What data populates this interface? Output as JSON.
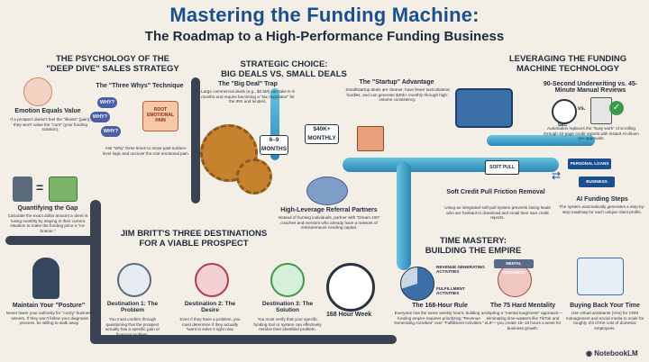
{
  "header": {
    "title": "Mastering the Funding Machine:",
    "subtitle": "The Roadmap to a High-Performance Funding Business"
  },
  "psychology": {
    "title_line1": "THE PSYCHOLOGY OF THE",
    "title_line2": "\"DEEP DIVE\" SALES STRATEGY",
    "emotion_heading": "Emotion Equals Value",
    "emotion_text": "If a prospect doesn't feel the \"illness\" (pain), they won't value the \"cure\" (your funding solution).",
    "whys_heading": "The \"Three Whys\" Technique",
    "why_label": "WHY?",
    "root_label": "ROOT EMOTIONAL PAIN",
    "whys_text": "Ask \"Why\" three times to move past surface-level logic and uncover the root emotional pain.",
    "gap_heading": "Quantifying the Gap",
    "gap_text": "Calculate the exact dollar amount a client is losing monthly by staying in their current situation to make the funding price a \"no-brainer.\""
  },
  "strategic": {
    "title_line1": "STRATEGIC CHOICE:",
    "title_line2": "BIG DEALS VS. SMALL DEALS",
    "big_heading": "The \"Big Deal\" Trap",
    "big_text": "Large commercial deals (e.g., $2.5M) can take 6–9 months and require becoming a \"tax negotiator\" for the IRS and lenders.",
    "startup_heading": "The \"Startup\" Advantage",
    "startup_text": "Small/startup deals are cleaner, have fewer tax/collateral hurdles, and can generate $40k+ monthly through high-volume consistency.",
    "months_badge": "6–9 MONTHS",
    "monthly_badge": "$40K+ MONTHLY",
    "referral_heading": "High-Leverage Referral Partners",
    "referral_text": "Instead of hunting individuals, partner with \"Dream 100\" coaches and mentors who already have a network of entrepreneurs needing capital."
  },
  "technology": {
    "title_line1": "LEVERAGING THE FUNDING",
    "title_line2": "MACHINE TECHNOLOGY",
    "underwriting_heading": "90-Second Underwriting vs. 45-Minute Manual Reviews",
    "sec_label": "SEC",
    "underwriting_text": "Automation replaces the \"busy work\" of scrolling through 42-page credit reports with instant AI-driven pre-approvals.",
    "soft_pull_label": "SOFT PULL",
    "soft_heading": "Soft Credit Pull Friction Removal",
    "soft_text": "Using an integrated soft-pull system prevents losing leads who are hesitant to download and email their own credit reports.",
    "personal_loans": "PERSONAL LOANS",
    "business": "BUSINESS",
    "ai_heading": "AI Funding Steps",
    "ai_text": "The system automatically generates a step-by-step roadmap for each unique client profile."
  },
  "destinations": {
    "title_line1": "JIM BRITT'S THREE DESTINATIONS",
    "title_line2": "FOR A VIABLE PROSPECT",
    "posture_heading": "Maintain Your \"Posture\"",
    "posture_text": "Never lower your authority for \"cocky\" business owners. If they won't follow your diagnosis process, be willing to walk away.",
    "d1_heading": "Destination 1: The Problem",
    "d1_text": "You must confirm through questioning that the prospect actually has a specific pain or financial problem.",
    "d2_heading": "Destination 2: The Desire",
    "d2_text": "Even if they have a problem, you must determine if they actually *want to solve it right now.",
    "d3_heading": "Destination 3: The Solution",
    "d3_text": "You must verify that your specific funding tool or system can effectively resolve their identified problem."
  },
  "time": {
    "title_line1": "TIME MASTERY:",
    "title_line2": "BUILDING THE EMPIRE",
    "hour_week": "168 Hour Week",
    "revenue_label": "REVENUE GENERATING ACTIVITIES",
    "fulfillment_label": "FULFILLMENT ACTIVITIES",
    "rule_heading": "The 168-Hour Rule",
    "rule_text": "Everyone has the same weekly hours; building a funding empire requires prioritizing \"Revenue Generating Activities\" over \"Fulfillment Activities.\"",
    "mental_badge": "MENTAL TOUGHNESS",
    "hard_heading": "The 75 Hard Mentality",
    "hard_text": "Adopting a \"mental toughness\" approach—eliminating time-wasters like TikTok and eLIF—you create 15–18 hours a week for business growth.",
    "buy_heading": "Buying Back Your Time",
    "buy_text": "Use virtual assistants (VAs) for CRM management and social media to scale for roughly 2/3 of the cost of domestic employees."
  },
  "footer": {
    "brand": "NotebookLM"
  },
  "colors": {
    "title_blue": "#1b4f8f",
    "pipe_blue": "#2a86b6",
    "road": "#3b4352",
    "gear": "#c7822e"
  }
}
